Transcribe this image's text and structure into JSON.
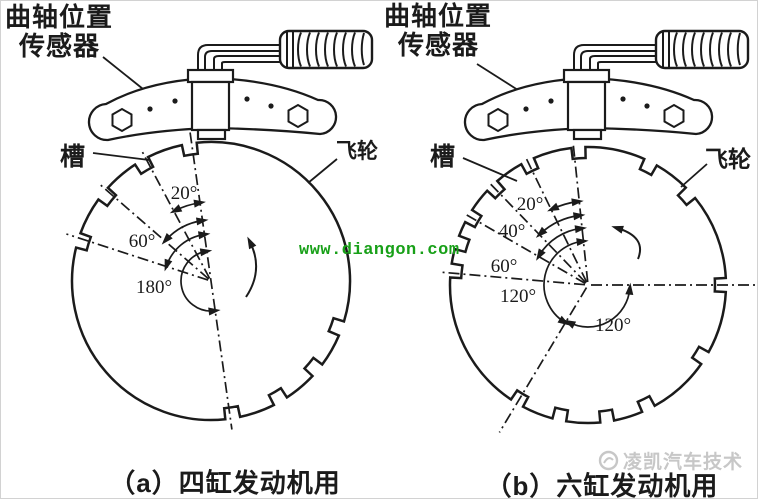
{
  "figure": {
    "panels": [
      {
        "sensor_label": [
          "曲轴位置",
          "传感器"
        ],
        "slot_label": "槽",
        "flywheel_label": "飞轮",
        "angles": [
          "20°",
          "60°",
          "180°"
        ],
        "caption": "（a）四缸发动机用"
      },
      {
        "sensor_label": [
          "曲轴位置",
          "传感器"
        ],
        "slot_label": "槽",
        "flywheel_label": "飞轮",
        "angles": [
          "20°",
          "40°",
          "60°",
          "120°",
          "120°"
        ],
        "caption": "（b）六缸发动机用"
      }
    ],
    "watermark_site": "www.diangon.com",
    "watermark_brand": "凌凯汽车技术",
    "colors": {
      "line": "#1b1b1b",
      "site_green": "#18a018",
      "brand_gray": "#c7c7c7",
      "background": "#ffffff"
    }
  }
}
